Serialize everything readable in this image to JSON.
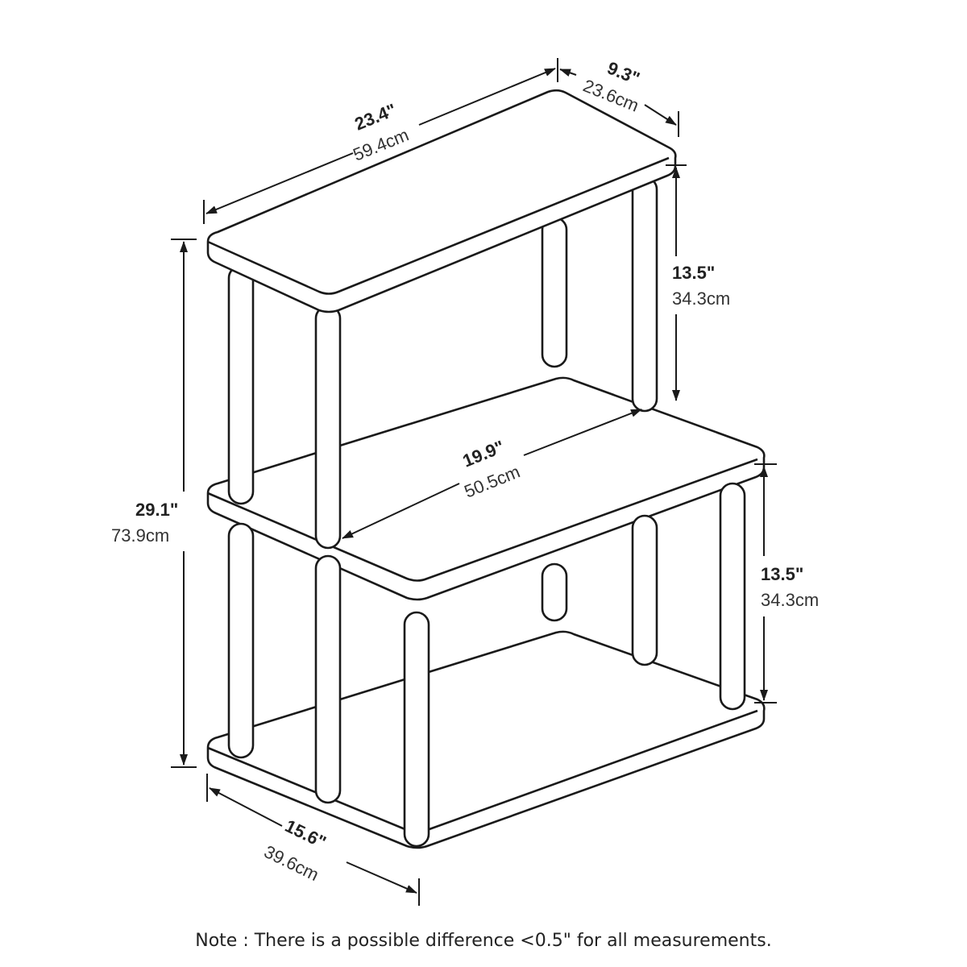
{
  "dimensions": {
    "width": {
      "imperial": "23.4\"",
      "metric": "59.4cm"
    },
    "depth": {
      "imperial": "9.3\"",
      "metric": "23.6cm"
    },
    "upper_height": {
      "imperial": "13.5\"",
      "metric": "34.3cm"
    },
    "total_height": {
      "imperial": "29.1\"",
      "metric": "73.9cm"
    },
    "inner_width": {
      "imperial": "19.9\"",
      "metric": "50.5cm"
    },
    "lower_height": {
      "imperial": "13.5\"",
      "metric": "34.3cm"
    },
    "base_depth": {
      "imperial": "15.6\"",
      "metric": "39.6cm"
    }
  },
  "note": "Note : There is a possible difference <0.5\" for all measurements.",
  "colors": {
    "line": "#1a1a1a",
    "background": "#ffffff"
  }
}
